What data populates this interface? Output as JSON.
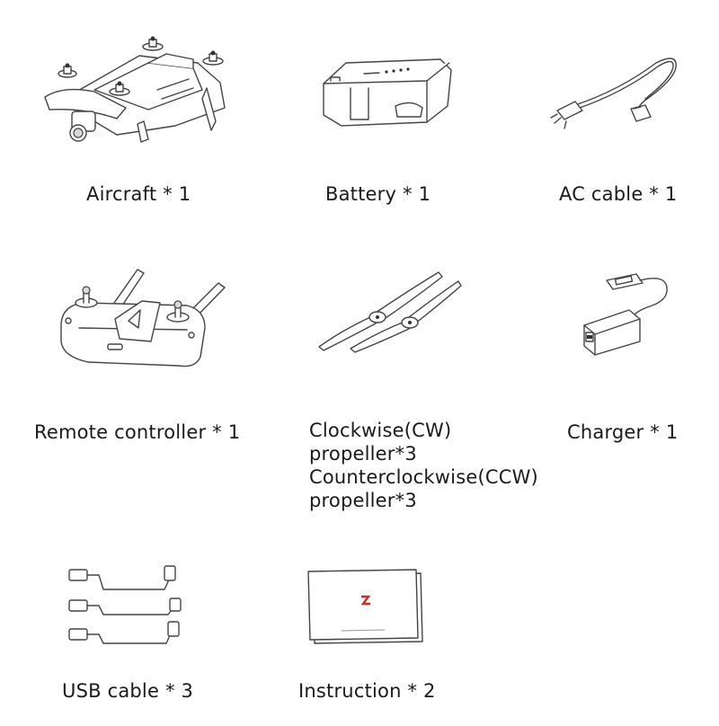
{
  "items": [
    {
      "id": "aircraft",
      "label": "Aircraft * 1"
    },
    {
      "id": "battery",
      "label": "Battery * 1"
    },
    {
      "id": "ac-cable",
      "label": "AC cable * 1"
    },
    {
      "id": "remote-controller",
      "label": "Remote controller * 1"
    },
    {
      "id": "propellers",
      "label_lines": [
        "Clockwise(CW)",
        "propeller*3",
        "Counterclockwise(CCW)",
        "propeller*3"
      ]
    },
    {
      "id": "charger",
      "label": "Charger * 1"
    },
    {
      "id": "usb-cable",
      "label": "USB cable * 3"
    },
    {
      "id": "instruction",
      "label": "Instruction * 2"
    }
  ],
  "icons": {
    "aircraft": "drone-icon",
    "battery": "battery-icon",
    "ac_cable": "power-cable-icon",
    "remote_controller": "remote-controller-icon",
    "propellers": "propeller-icon",
    "charger": "charger-icon",
    "usb_cable": "usb-cable-icon",
    "instruction": "manual-icon"
  },
  "colors": {
    "line": "#444444",
    "text": "#1a1a1a",
    "logo_red": "#cc2a2a"
  }
}
